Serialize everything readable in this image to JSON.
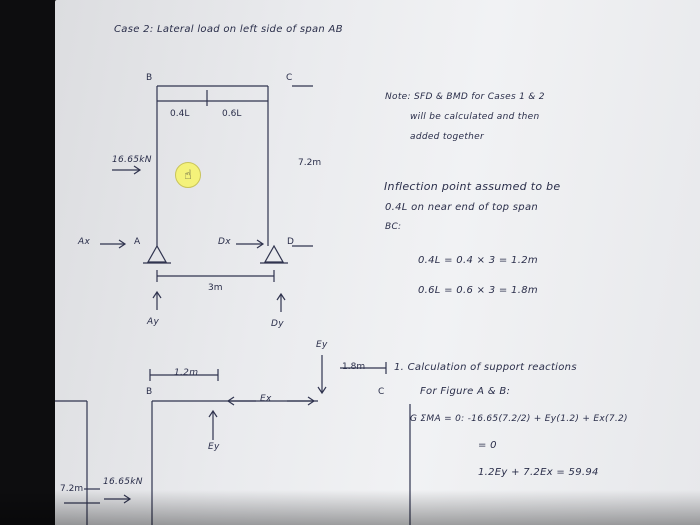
{
  "heading": "Case 2: Lateral load on left side of span AB",
  "frame_top": {
    "node_b": "B",
    "node_c": "C",
    "seg_left": "0.4L",
    "seg_right": "0.6L",
    "load": "16.65kN",
    "height": "7.2m",
    "support_a": "A",
    "support_d": "D",
    "ax": "Ax",
    "dx": "Dx",
    "span": "3m",
    "ay": "Ay",
    "dy": "Dy"
  },
  "note": {
    "line1": "Note: SFD & BMD for Cases 1 & 2",
    "line2": "will be calculated and then",
    "line3": "added together"
  },
  "inflection": {
    "line1": "Inflection point assumed to be",
    "line2": "0.4L   on  near end of top span",
    "line3": "BC:",
    "calc1": "0.4L = 0.4 × 3 = 1.2m",
    "calc2": "0.6L = 0.6 × 3 = 1.8m"
  },
  "frame_bottom": {
    "dim_left": "1.2m",
    "node_b": "B",
    "ex": "Ex",
    "ey_top": "Ey",
    "ey_bottom": "Ey",
    "dim_right": "1.8m",
    "node_c": "C",
    "height": "7.2m",
    "load": "16.65kN"
  },
  "section1": {
    "title": "1. Calculation of support reactions",
    "for": "For Figure A & B:",
    "eq1": "G ΣMA = 0:  -16.65(7.2/2) + Ey(1.2) + Ex(7.2)",
    "eq2": "= 0",
    "eq3": "1.2Ey + 7.2Ex = 59.94"
  }
}
